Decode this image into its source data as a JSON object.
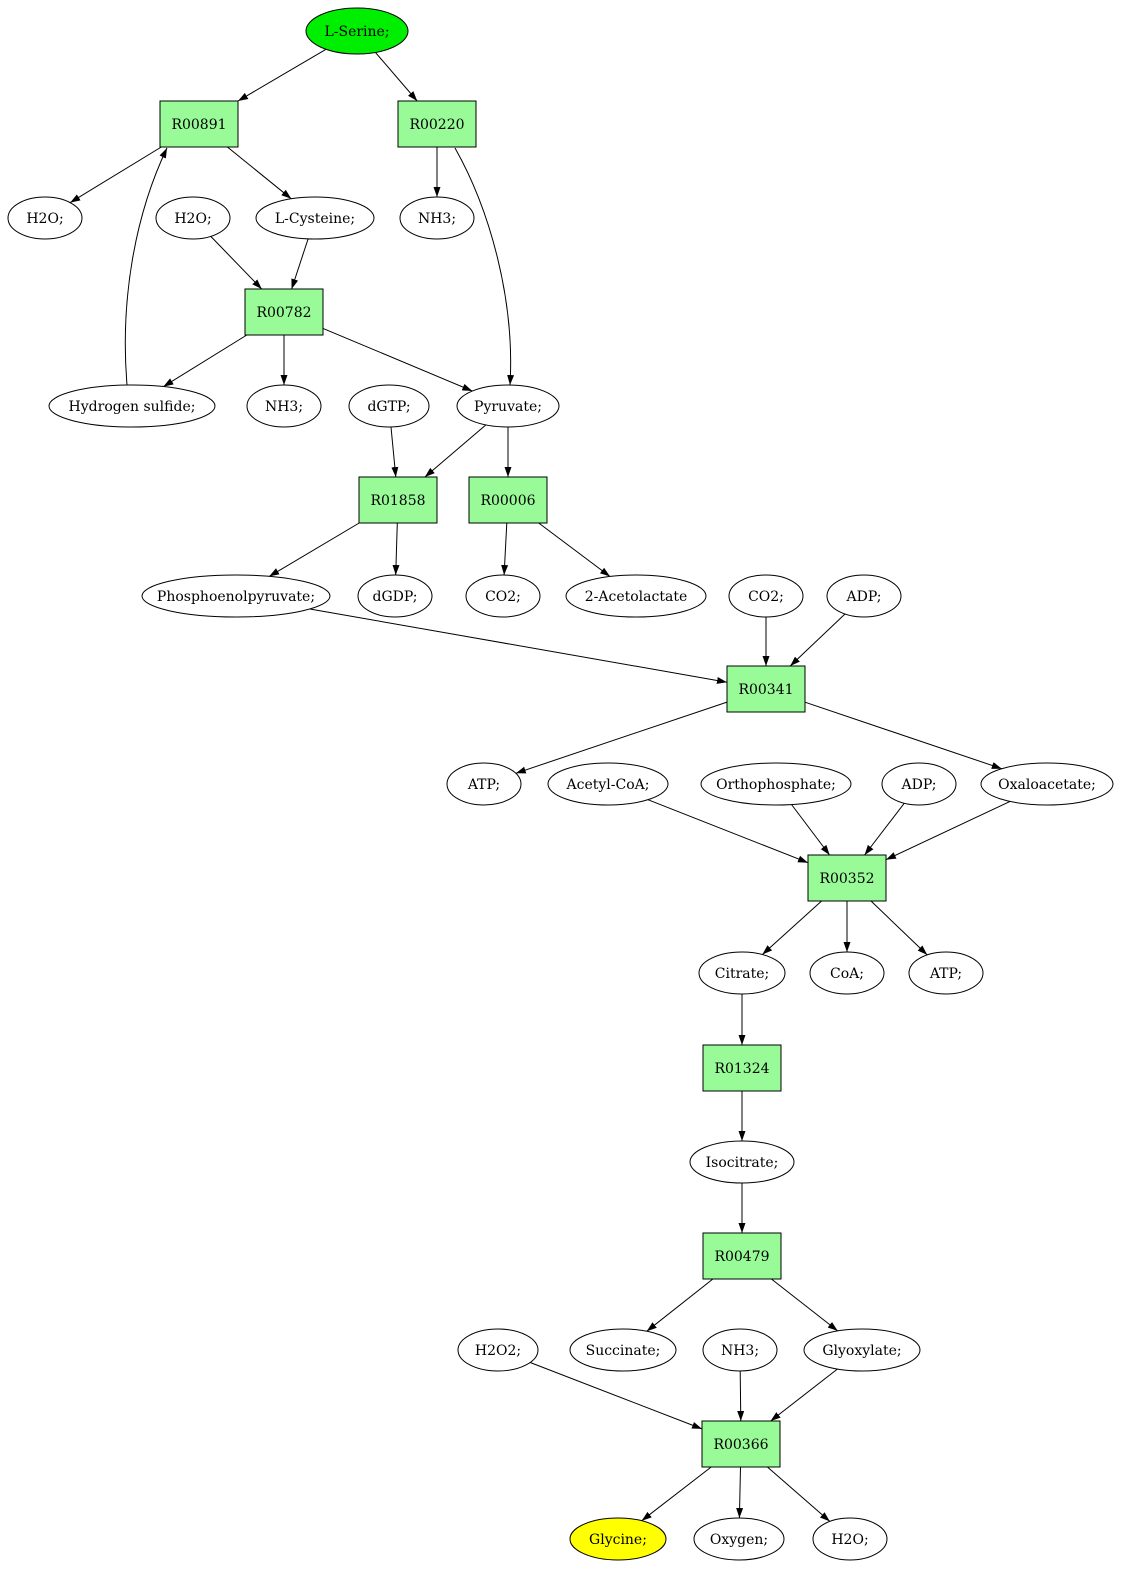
{
  "colors": {
    "reaction_fill": "#98FB98",
    "compound_fill": "#FFFFFF",
    "start_fill": "#00EE00",
    "end_fill": "#FFFF00",
    "stroke": "#000000"
  },
  "nodes": {
    "serine": {
      "label": "L-Serine;",
      "kind": "start"
    },
    "r00891": {
      "label": "R00891",
      "kind": "reaction"
    },
    "r00220": {
      "label": "R00220",
      "kind": "reaction"
    },
    "h2o_a": {
      "label": "H2O;",
      "kind": "compound"
    },
    "h2o_b": {
      "label": "H2O;",
      "kind": "compound"
    },
    "cysteine": {
      "label": "L-Cysteine;",
      "kind": "compound"
    },
    "nh3_a": {
      "label": "NH3;",
      "kind": "compound"
    },
    "r00782": {
      "label": "R00782",
      "kind": "reaction"
    },
    "h2s": {
      "label": "Hydrogen sulfide;",
      "kind": "compound"
    },
    "nh3_b": {
      "label": "NH3;",
      "kind": "compound"
    },
    "dgtp": {
      "label": "dGTP;",
      "kind": "compound"
    },
    "pyruvate": {
      "label": "Pyruvate;",
      "kind": "compound"
    },
    "r01858": {
      "label": "R01858",
      "kind": "reaction"
    },
    "r00006": {
      "label": "R00006",
      "kind": "reaction"
    },
    "pep": {
      "label": "Phosphoenolpyruvate;",
      "kind": "compound"
    },
    "dgdp": {
      "label": "dGDP;",
      "kind": "compound"
    },
    "co2_a": {
      "label": "CO2;",
      "kind": "compound"
    },
    "acetolactate": {
      "label": "2-Acetolactate",
      "kind": "compound"
    },
    "co2_b": {
      "label": "CO2;",
      "kind": "compound"
    },
    "adp_a": {
      "label": "ADP;",
      "kind": "compound"
    },
    "r00341": {
      "label": "R00341",
      "kind": "reaction"
    },
    "atp_a": {
      "label": "ATP;",
      "kind": "compound"
    },
    "acetylcoa": {
      "label": "Acetyl-CoA;",
      "kind": "compound"
    },
    "orthophosphate": {
      "label": "Orthophosphate;",
      "kind": "compound"
    },
    "adp_b": {
      "label": "ADP;",
      "kind": "compound"
    },
    "oxaloacetate": {
      "label": "Oxaloacetate;",
      "kind": "compound"
    },
    "r00352": {
      "label": "R00352",
      "kind": "reaction"
    },
    "citrate": {
      "label": "Citrate;",
      "kind": "compound"
    },
    "coa": {
      "label": "CoA;",
      "kind": "compound"
    },
    "atp_b": {
      "label": "ATP;",
      "kind": "compound"
    },
    "r01324": {
      "label": "R01324",
      "kind": "reaction"
    },
    "isocitrate": {
      "label": "Isocitrate;",
      "kind": "compound"
    },
    "r00479": {
      "label": "R00479",
      "kind": "reaction"
    },
    "h2o2": {
      "label": "H2O2;",
      "kind": "compound"
    },
    "succinate": {
      "label": "Succinate;",
      "kind": "compound"
    },
    "nh3_c": {
      "label": "NH3;",
      "kind": "compound"
    },
    "glyoxylate": {
      "label": "Glyoxylate;",
      "kind": "compound"
    },
    "r00366": {
      "label": "R00366",
      "kind": "reaction"
    },
    "glycine": {
      "label": "Glycine;",
      "kind": "end"
    },
    "oxygen": {
      "label": "Oxygen;",
      "kind": "compound"
    },
    "h2o_c": {
      "label": "H2O;",
      "kind": "compound"
    }
  },
  "edges": [
    [
      "serine",
      "r00891"
    ],
    [
      "serine",
      "r00220"
    ],
    [
      "r00891",
      "h2o_a"
    ],
    [
      "r00891",
      "cysteine"
    ],
    [
      "r00220",
      "nh3_a"
    ],
    [
      "r00220",
      "pyruvate"
    ],
    [
      "h2o_b",
      "r00782"
    ],
    [
      "cysteine",
      "r00782"
    ],
    [
      "h2s",
      "r00891"
    ],
    [
      "r00782",
      "h2s"
    ],
    [
      "r00782",
      "nh3_b"
    ],
    [
      "r00782",
      "pyruvate"
    ],
    [
      "dgtp",
      "r01858"
    ],
    [
      "pyruvate",
      "r01858"
    ],
    [
      "pyruvate",
      "r00006"
    ],
    [
      "r01858",
      "pep"
    ],
    [
      "r01858",
      "dgdp"
    ],
    [
      "r00006",
      "co2_a"
    ],
    [
      "r00006",
      "acetolactate"
    ],
    [
      "pep",
      "r00341"
    ],
    [
      "co2_b",
      "r00341"
    ],
    [
      "adp_a",
      "r00341"
    ],
    [
      "r00341",
      "atp_a"
    ],
    [
      "r00341",
      "oxaloacetate"
    ],
    [
      "acetylcoa",
      "r00352"
    ],
    [
      "orthophosphate",
      "r00352"
    ],
    [
      "adp_b",
      "r00352"
    ],
    [
      "oxaloacetate",
      "r00352"
    ],
    [
      "r00352",
      "citrate"
    ],
    [
      "r00352",
      "coa"
    ],
    [
      "r00352",
      "atp_b"
    ],
    [
      "citrate",
      "r01324"
    ],
    [
      "r01324",
      "isocitrate"
    ],
    [
      "isocitrate",
      "r00479"
    ],
    [
      "r00479",
      "succinate"
    ],
    [
      "r00479",
      "glyoxylate"
    ],
    [
      "h2o2",
      "r00366"
    ],
    [
      "nh3_c",
      "r00366"
    ],
    [
      "glyoxylate",
      "r00366"
    ],
    [
      "r00366",
      "glycine"
    ],
    [
      "r00366",
      "oxygen"
    ],
    [
      "r00366",
      "h2o_c"
    ]
  ]
}
